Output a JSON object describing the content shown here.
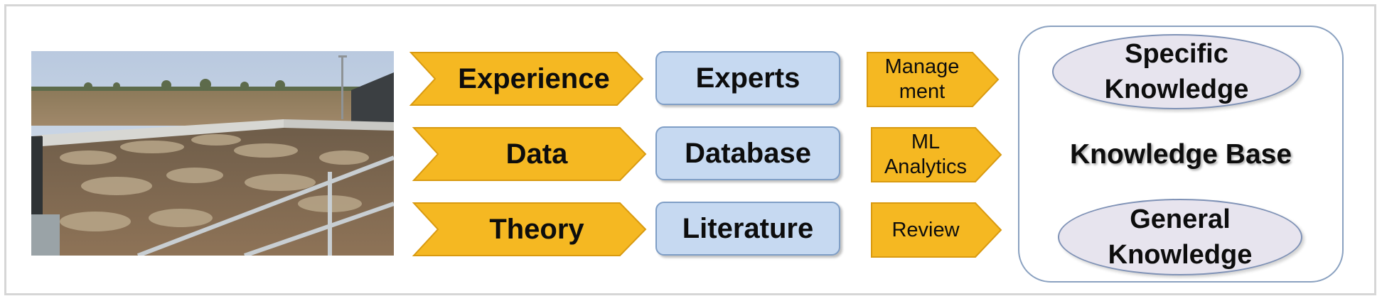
{
  "sources": [
    {
      "label": "Experience"
    },
    {
      "label": "Data"
    },
    {
      "label": "Theory"
    }
  ],
  "repositories": [
    {
      "label": "Experts"
    },
    {
      "label": "Database"
    },
    {
      "label": "Literature"
    }
  ],
  "processes": [
    {
      "line1": "Manage",
      "line2": "ment"
    },
    {
      "line1": "ML",
      "line2": "Analytics"
    },
    {
      "line1": "Review",
      "line2": ""
    }
  ],
  "knowledge_base": {
    "title": "Knowledge Base",
    "specific": {
      "line1": "Specific",
      "line2": "Knowledge"
    },
    "general": {
      "line1": "General",
      "line2": "Knowledge"
    }
  },
  "colors": {
    "arrow_fill": "#f5b822",
    "arrow_stroke": "#d99a10",
    "box_fill": "#c6d9f1",
    "ellipse_fill": "#e7e4ee"
  },
  "image": {
    "subject": "wastewater treatment tank photograph"
  }
}
